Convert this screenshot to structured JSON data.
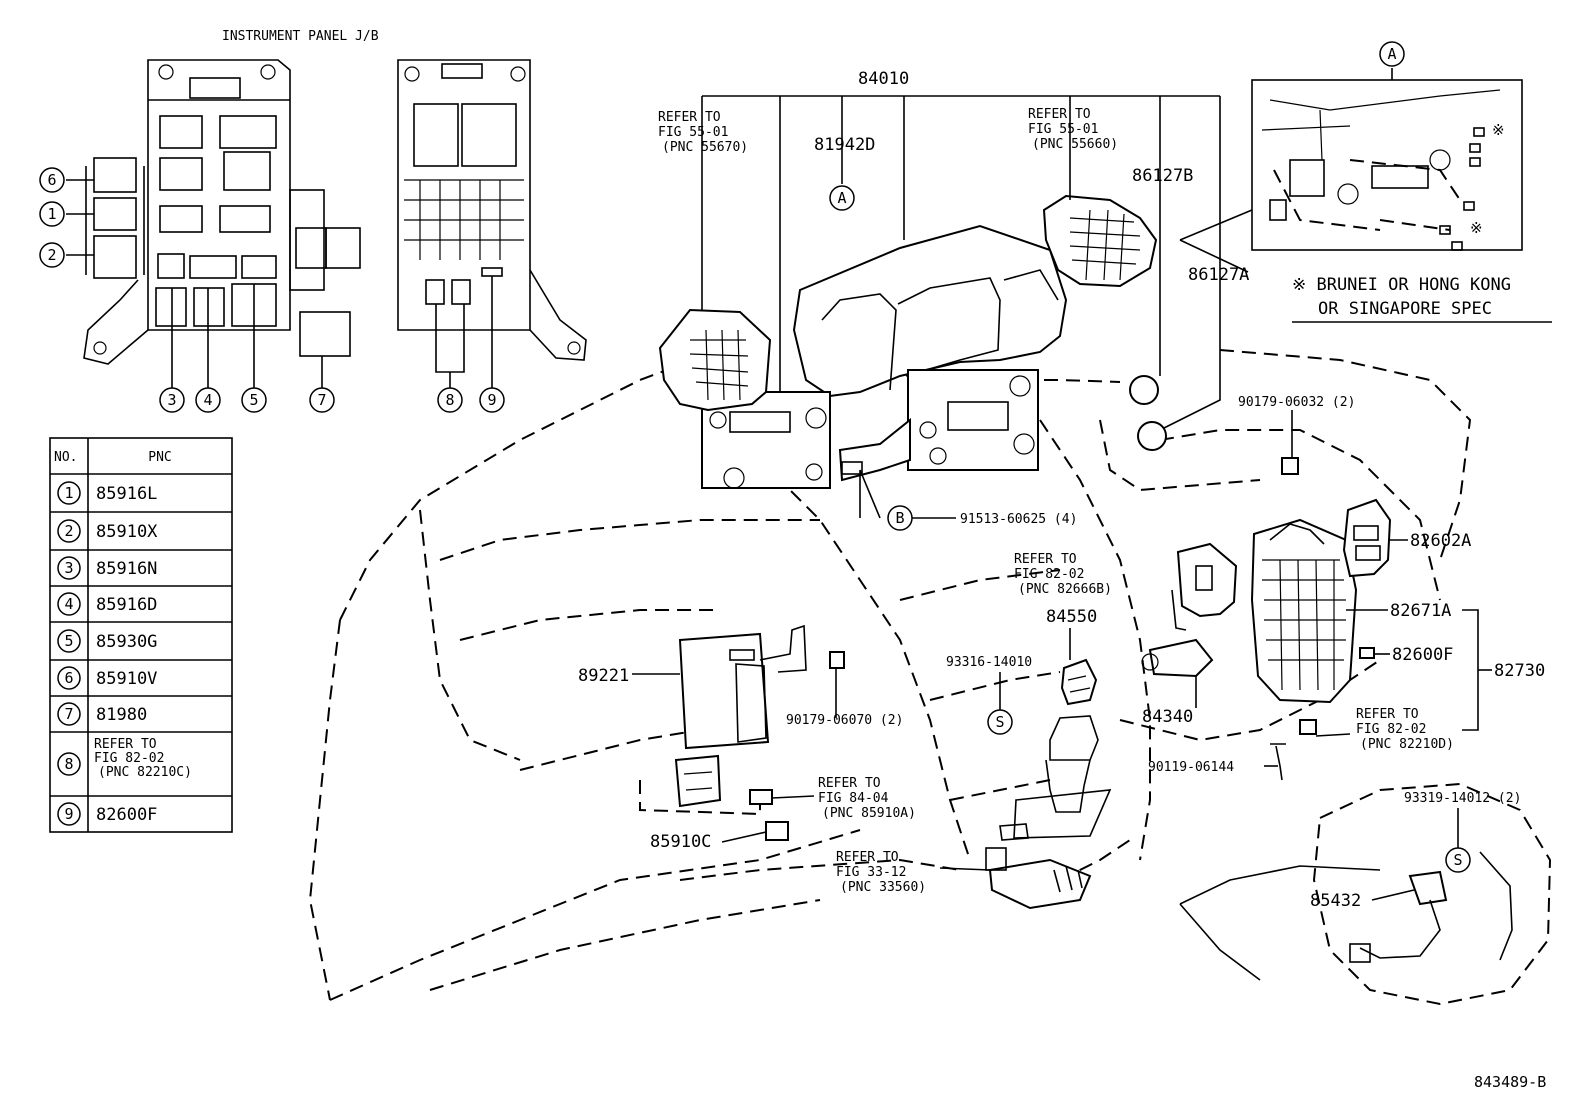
{
  "instrument_panel_title": "INSTRUMENT PANEL J/B",
  "callout_numbers": [
    "1",
    "2",
    "3",
    "4",
    "5",
    "6",
    "7",
    "8",
    "9"
  ],
  "table": {
    "headers": [
      "NO.",
      "PNC"
    ],
    "rows": [
      {
        "no": "1",
        "pnc": "85916L",
        "pnc_lines": []
      },
      {
        "no": "2",
        "pnc": "85910X",
        "pnc_lines": []
      },
      {
        "no": "3",
        "pnc": "85916N",
        "pnc_lines": []
      },
      {
        "no": "4",
        "pnc": "85916D",
        "pnc_lines": []
      },
      {
        "no": "5",
        "pnc": "85930G",
        "pnc_lines": []
      },
      {
        "no": "6",
        "pnc": "85910V",
        "pnc_lines": []
      },
      {
        "no": "7",
        "pnc": "81980",
        "pnc_lines": []
      },
      {
        "no": "8",
        "pnc": "",
        "pnc_lines": [
          "REFER TO",
          "FIG 82-02",
          "(PNC 82210C)"
        ]
      },
      {
        "no": "9",
        "pnc": "82600F",
        "pnc_lines": []
      }
    ]
  },
  "labels": {
    "p84010": "84010",
    "p81942D": "81942D",
    "p86127B": "86127B",
    "p86127A": "86127A",
    "p90179_06032": "90179-06032 (2)",
    "p91513_60625": "91513-60625 (4)",
    "p82602A": "82602A",
    "p82671A": "82671A",
    "p82600F": "82600F",
    "p82730": "82730",
    "p84550": "84550",
    "p93316_14010": "93316-14010",
    "p89221": "89221",
    "p90179_06070": "90179-06070 (2)",
    "p84340": "84340",
    "p90119_06144": "90119-06144",
    "p85910C": "85910C",
    "p93319_14012": "93319-14012 (2)",
    "p85432": "85432",
    "figure_id": "843489-B"
  },
  "refer_notes": {
    "fig55_left": [
      "REFER TO",
      "FIG 55-01",
      "(PNC 55670)"
    ],
    "fig55_right": [
      "REFER TO",
      "FIG 55-01",
      "(PNC 55660)"
    ],
    "fig82_02_upper": [
      "REFER TO",
      "FIG 82-02",
      "(PNC 82666B)"
    ],
    "fig82_02_lower": [
      "REFER TO",
      "FIG 82-02",
      "(PNC 82210D)"
    ],
    "fig84_04": [
      "REFER TO",
      "FIG 84-04",
      "(PNC 85910A)"
    ],
    "fig33_12": [
      "REFER TO",
      "FIG 33-12",
      "(PNC 33560)"
    ]
  },
  "markers": {
    "a": "A",
    "b": "B",
    "s": "S"
  },
  "spec_note": [
    "※ BRUNEI OR HONG KONG",
    "OR SINGAPORE SPEC"
  ],
  "asterisk": "※"
}
